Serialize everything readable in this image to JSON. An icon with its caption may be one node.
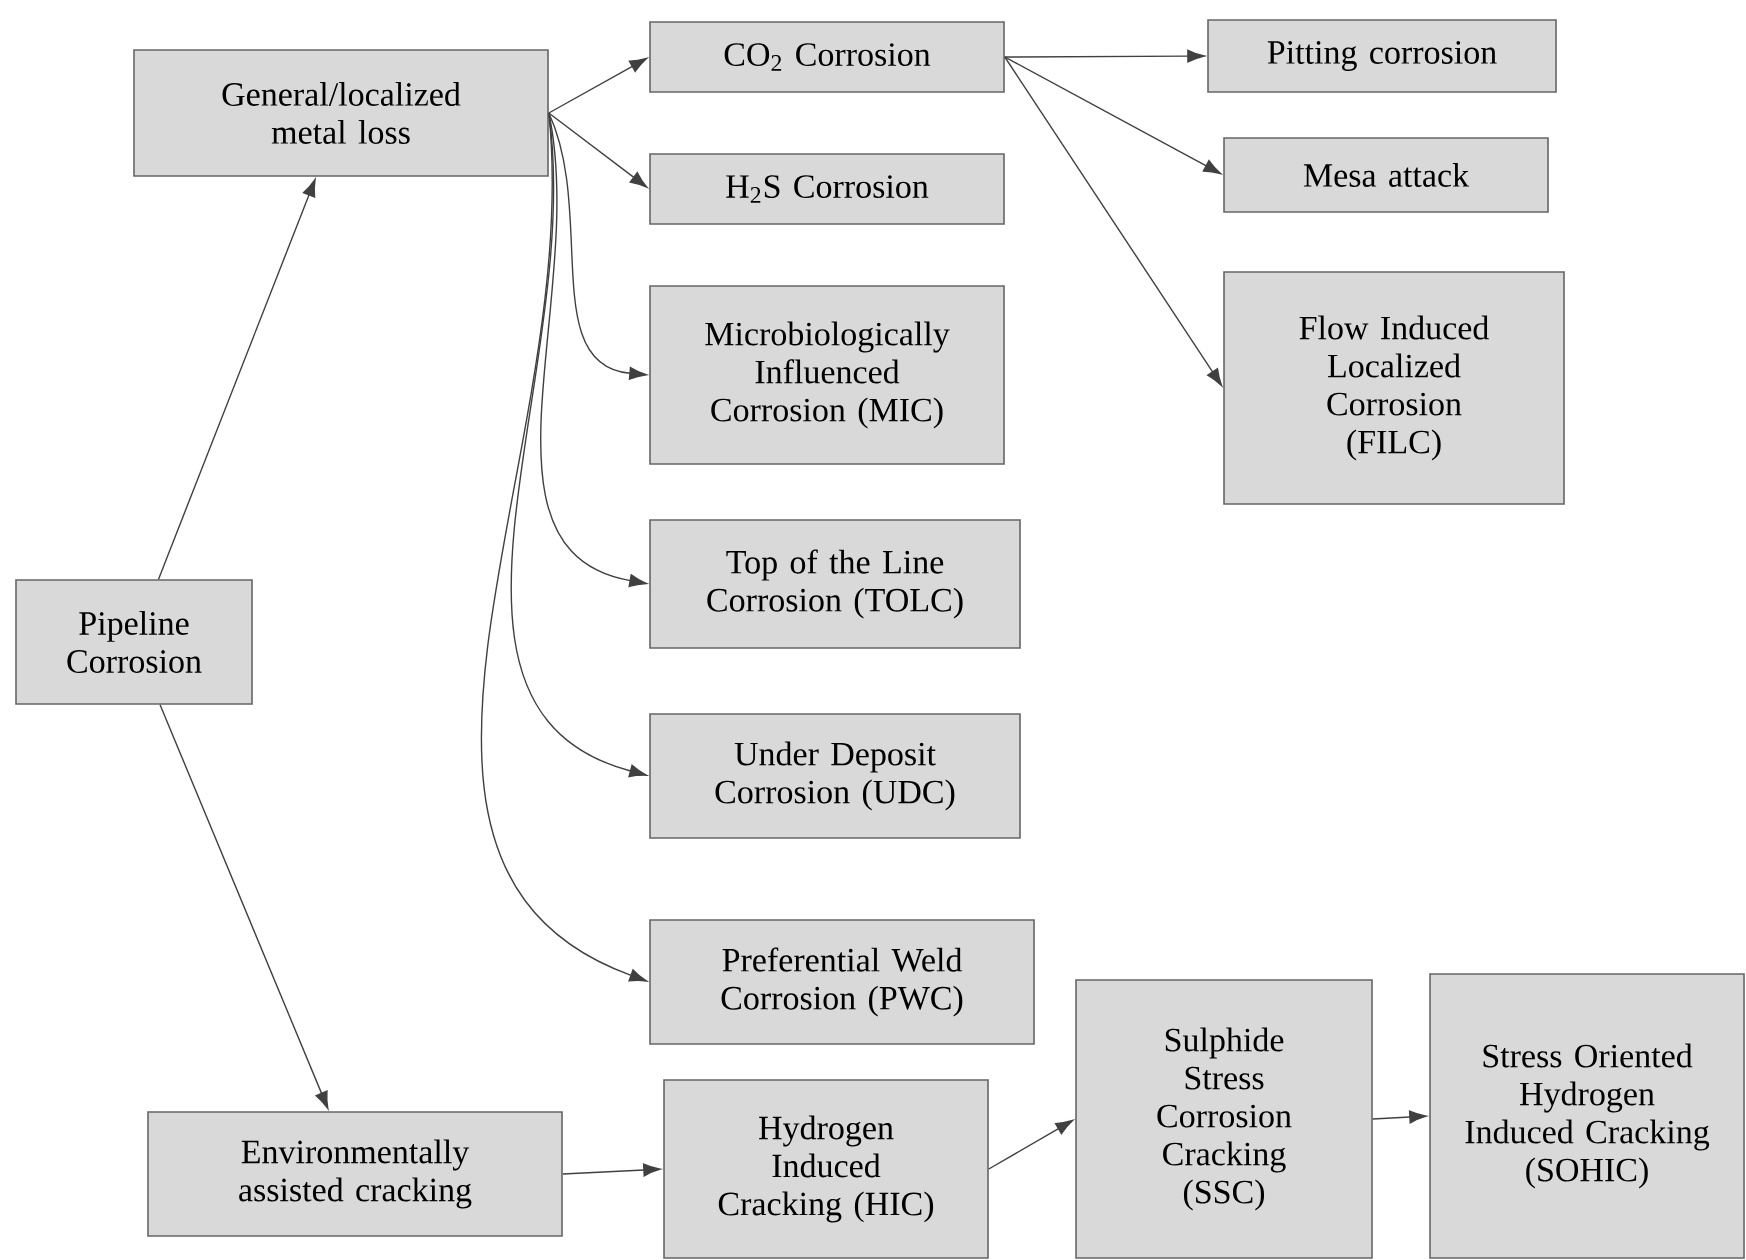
{
  "diagram": {
    "nodes": [
      {
        "text": [
          "Pipeline Corrosion"
        ]
      },
      {
        "text": [
          "General/localized metal loss"
        ]
      },
      {
        "text": [
          "CO$_{2}$ Corrosion"
        ]
      },
      {
        "text": [
          "H$_{2}$S Corrosion"
        ]
      },
      {
        "text": [
          "Microbiologically Influenced Corrosion (MIC)"
        ]
      },
      {
        "text": [
          "Top of the Line Corrosion (TOLC)"
        ]
      },
      {
        "text": [
          "Under Deposit Corrosion (UDC)"
        ]
      },
      {
        "text": [
          "Preferential Weld Corrosion (PWC)"
        ]
      },
      {
        "text": [
          "Pitting corrosion"
        ]
      },
      {
        "text": [
          "Mesa attack"
        ]
      },
      {
        "text": [
          "Flow Induced Localized Corrosion (FILC)"
        ]
      },
      {
        "text": [
          "Environmentally assisted cracking"
        ]
      },
      {
        "text": [
          "Hydrogen Induced Cracking (HIC)"
        ]
      },
      {
        "text": [
          "Sulphide Stress Corrosion Cracking (SSC)"
        ]
      },
      {
        "text": [
          "Stress Oriented Hydrogen Induced Cracking (SOHIC)"
        ]
      }
    ],
    "edges": [
      {
        "from": 0,
        "to": 1,
        "arrow": "to"
      },
      {
        "from": 0,
        "to": 11,
        "arrow": "to"
      },
      {
        "from": 1,
        "to": 2,
        "arrow": "to"
      },
      {
        "from": 1,
        "to": 3,
        "arrow": "to"
      },
      {
        "from": 1,
        "to": 4,
        "arrow": "to"
      },
      {
        "from": 1,
        "to": 5,
        "arrow": "to"
      },
      {
        "from": 1,
        "to": 6,
        "arrow": "to"
      },
      {
        "from": 1,
        "to": 7,
        "arrow": "to"
      },
      {
        "from": 2,
        "to": 8,
        "arrow": "to"
      },
      {
        "from": 2,
        "to": 9,
        "arrow": "to"
      },
      {
        "from": 2,
        "to": 10,
        "arrow": "to"
      },
      {
        "from": 11,
        "to": 12,
        "arrow": "to"
      },
      {
        "from": 12,
        "to": 13,
        "arrow": "to"
      },
      {
        "from": 13,
        "to": 14,
        "arrow": "to"
      }
    ]
  }
}
